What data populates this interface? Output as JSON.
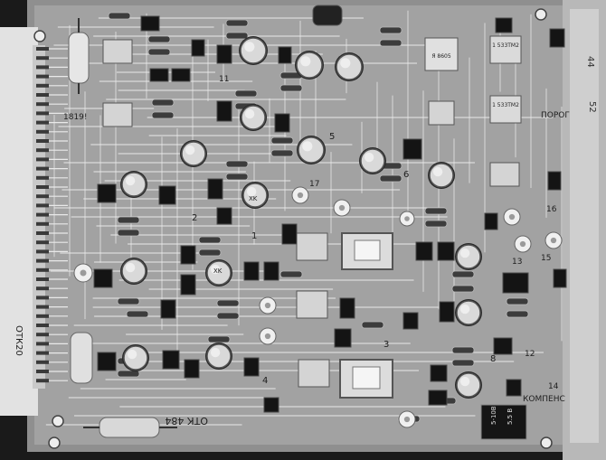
{
  "photo": {
    "subject": "printed circuit board",
    "tone": "grayscale",
    "board_color": "#9a9a9a",
    "trace_color": "#e9e9e9",
    "chip_color": "#d8d8d8",
    "component_color": "#141414"
  },
  "board_marks": {
    "otk": "ОТК  484",
    "porog": "ПОРОГ",
    "kompens": "КОМПЕНС",
    "side_code": "ОТК20",
    "mark_1819": "1819!",
    "mark_1": "1",
    "mark_2": "2",
    "mark_3": "3",
    "mark_4": "4",
    "mark_5": "5",
    "mark_6": "6",
    "mark_8": "8",
    "mark_11": "11",
    "mark_12": "12",
    "mark_13": "13",
    "mark_14": "14",
    "mark_15": "15",
    "mark_16": "16",
    "mark_17": "17",
    "mark_44": "44",
    "mark_52": "52",
    "mark_xk1": "XK",
    "mark_xk2": "XK"
  },
  "chip_labels": {
    "ic_a": "1 533ТМ2",
    "ic_b": "1 533ТМ2",
    "ic_c": "Я 8605"
  },
  "trimmer_labels": {
    "top": "5-10В",
    "bottom": "5.5 В"
  }
}
